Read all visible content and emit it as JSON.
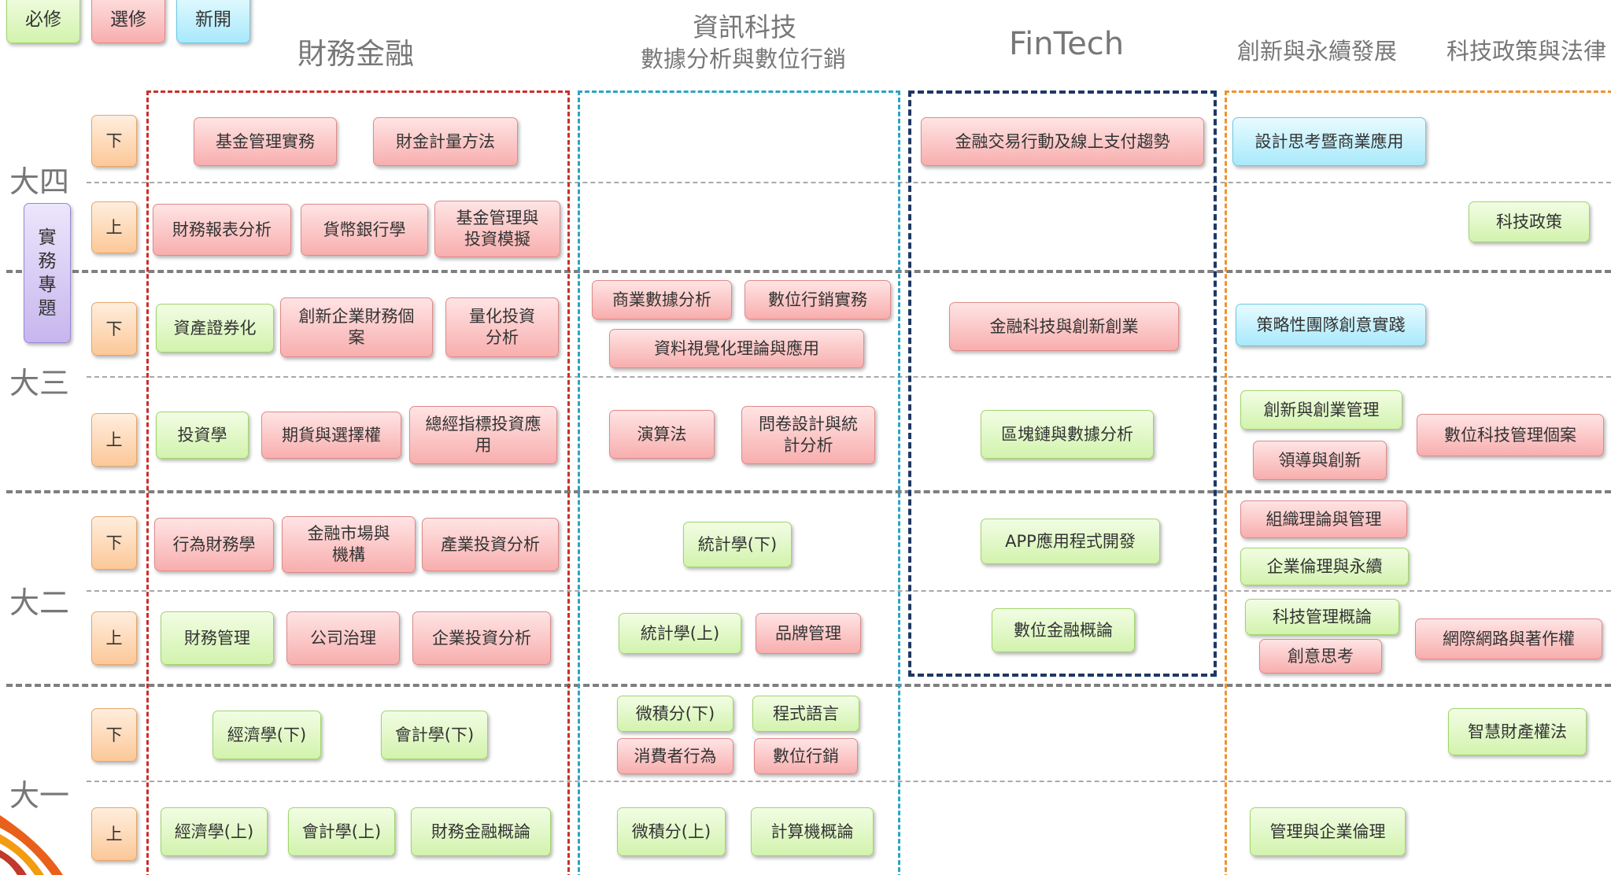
{
  "legend": {
    "required": "必修",
    "elective": "選修",
    "new": "新開"
  },
  "headers": {
    "finance": "財務金融",
    "infotech_main": "資訊科技",
    "infotech_sub": "數據分析與數位行銷",
    "fintech": "FinTech",
    "innovation": "創新與永續發展",
    "policy": "科技政策與法律"
  },
  "years": {
    "y4": "大四",
    "y3": "大三",
    "y2": "大二",
    "y1": "大一"
  },
  "semesters": {
    "second": "下",
    "first": "上"
  },
  "practicum": "實務專題",
  "courses": {
    "c1": "基金管理實務",
    "c2": "財金計量方法",
    "c3": "金融交易行動及線上支付趨勢",
    "c4": "設計思考暨商業應用",
    "c5": "財務報表分析",
    "c6": "貨幣銀行學",
    "c7": "基金管理與投資模擬",
    "c8": "科技政策",
    "c9": "資產證券化",
    "c10": "創新企業財務個案",
    "c11": "量化投資分析",
    "c12": "商業數據分析",
    "c13": "數位行銷實務",
    "c14": "資料視覺化理論與應用",
    "c15": "金融科技與創新創業",
    "c16": "策略性團隊創意實踐",
    "c17": "投資學",
    "c18": "期貨與選擇權",
    "c19": "總經指標投資應用",
    "c20": "演算法",
    "c21": "問卷設計與統計分析",
    "c22": "區塊鏈與數據分析",
    "c23": "創新與創業管理",
    "c24": "領導與創新",
    "c25": "數位科技管理個案",
    "c26": "行為財務學",
    "c27": "金融市場與機構",
    "c28": "產業投資分析",
    "c29": "統計學(下)",
    "c30": "APP應用程式開發",
    "c31": "組織理論與管理",
    "c32": "企業倫理與永續",
    "c33": "財務管理",
    "c34": "公司治理",
    "c35": "企業投資分析",
    "c36": "統計學(上)",
    "c37": "品牌管理",
    "c38": "數位金融概論",
    "c39": "科技管理概論",
    "c40": "創意思考",
    "c41": "網際網路與著作權",
    "c42": "經濟學(下)",
    "c43": "會計學(下)",
    "c44": "微積分(下)",
    "c45": "程式語言",
    "c46": "消費者行為",
    "c47": "數位行銷",
    "c48": "智慧財產權法",
    "c49": "經濟學(上)",
    "c50": "會計學(上)",
    "c51": "財務金融概論",
    "c52": "微積分(上)",
    "c53": "計算機概論",
    "c54": "管理與企業倫理"
  },
  "colors": {
    "required": "#d2f3ad",
    "elective": "#f8aeae",
    "new": "#a8e9fb",
    "finance_border": "#c9302c",
    "infotech_border": "#2aa6c0",
    "fintech_border": "#1f3864",
    "innovation_border": "#f0922c"
  }
}
